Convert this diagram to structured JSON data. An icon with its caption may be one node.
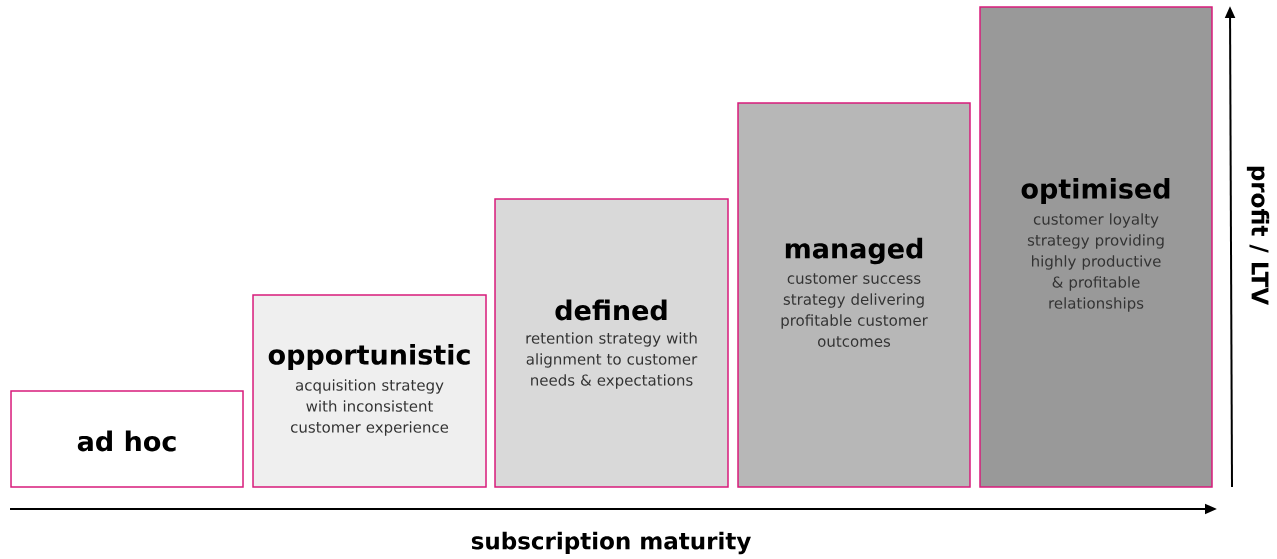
{
  "diagram": {
    "nodes": [
      {
        "text": [
          "ad hoc"
        ]
      },
      {
        "text": [
          "opportunistic",
          "acquisition strategy with inconsistent customer experience"
        ]
      },
      {
        "text": [
          "defined",
          "retention strategy with alignment to customer needs & expectations"
        ]
      },
      {
        "text": [
          "managed",
          "customer success strategy delivering profitable customer outcomes"
        ]
      },
      {
        "text": [
          "optimised",
          "customer loyalty strategy providing highly productive & profitable relationships"
        ]
      }
    ],
    "labels": [
      "subscription maturity",
      "profit / LTV"
    ]
  }
}
